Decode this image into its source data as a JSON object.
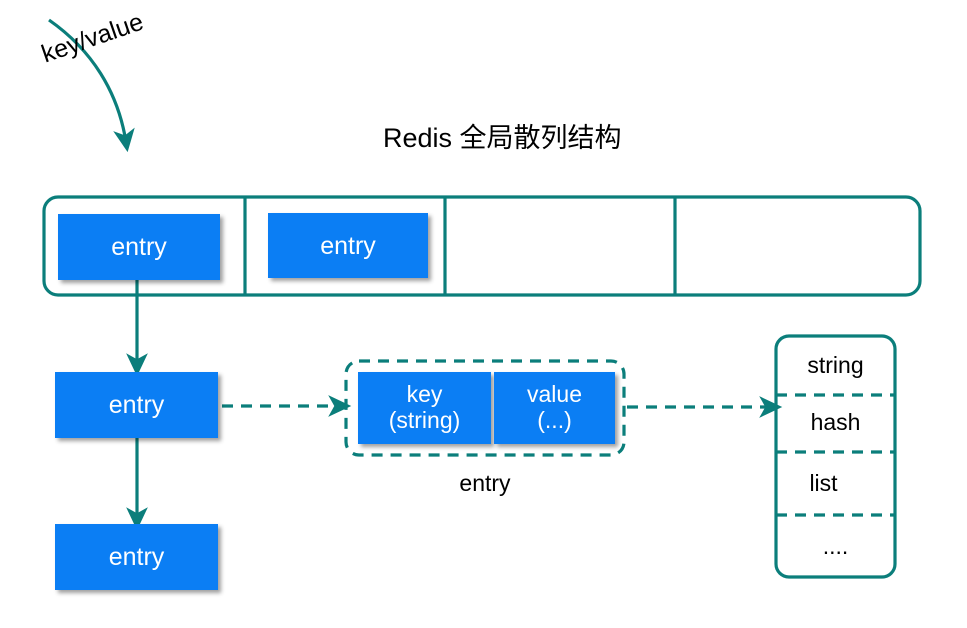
{
  "diagram": {
    "title": "Redis 全局散列结构",
    "incoming_label": "key/value",
    "entry_caption": "entry",
    "colors": {
      "entry_fill": "#0b7ef4",
      "entry_text": "#ffffff",
      "stroke": "#0b7e7b",
      "background": "#ffffff",
      "text": "#000000"
    }
  },
  "hash_table": {
    "cells": [
      {
        "label": "entry",
        "filled": true
      },
      {
        "label": "entry",
        "filled": true
      },
      {
        "label": "",
        "filled": false
      },
      {
        "label": "",
        "filled": false
      }
    ]
  },
  "chain": {
    "nodes": [
      {
        "label": "entry"
      },
      {
        "label": "entry"
      }
    ]
  },
  "entry_detail": {
    "caption": "entry",
    "key": {
      "line1": "key",
      "line2": "(string)"
    },
    "value": {
      "line1": "value",
      "line2": "(...)"
    }
  },
  "value_types": {
    "items": [
      {
        "label": "string"
      },
      {
        "label": "hash"
      },
      {
        "label": "list"
      },
      {
        "label": "...."
      }
    ]
  }
}
